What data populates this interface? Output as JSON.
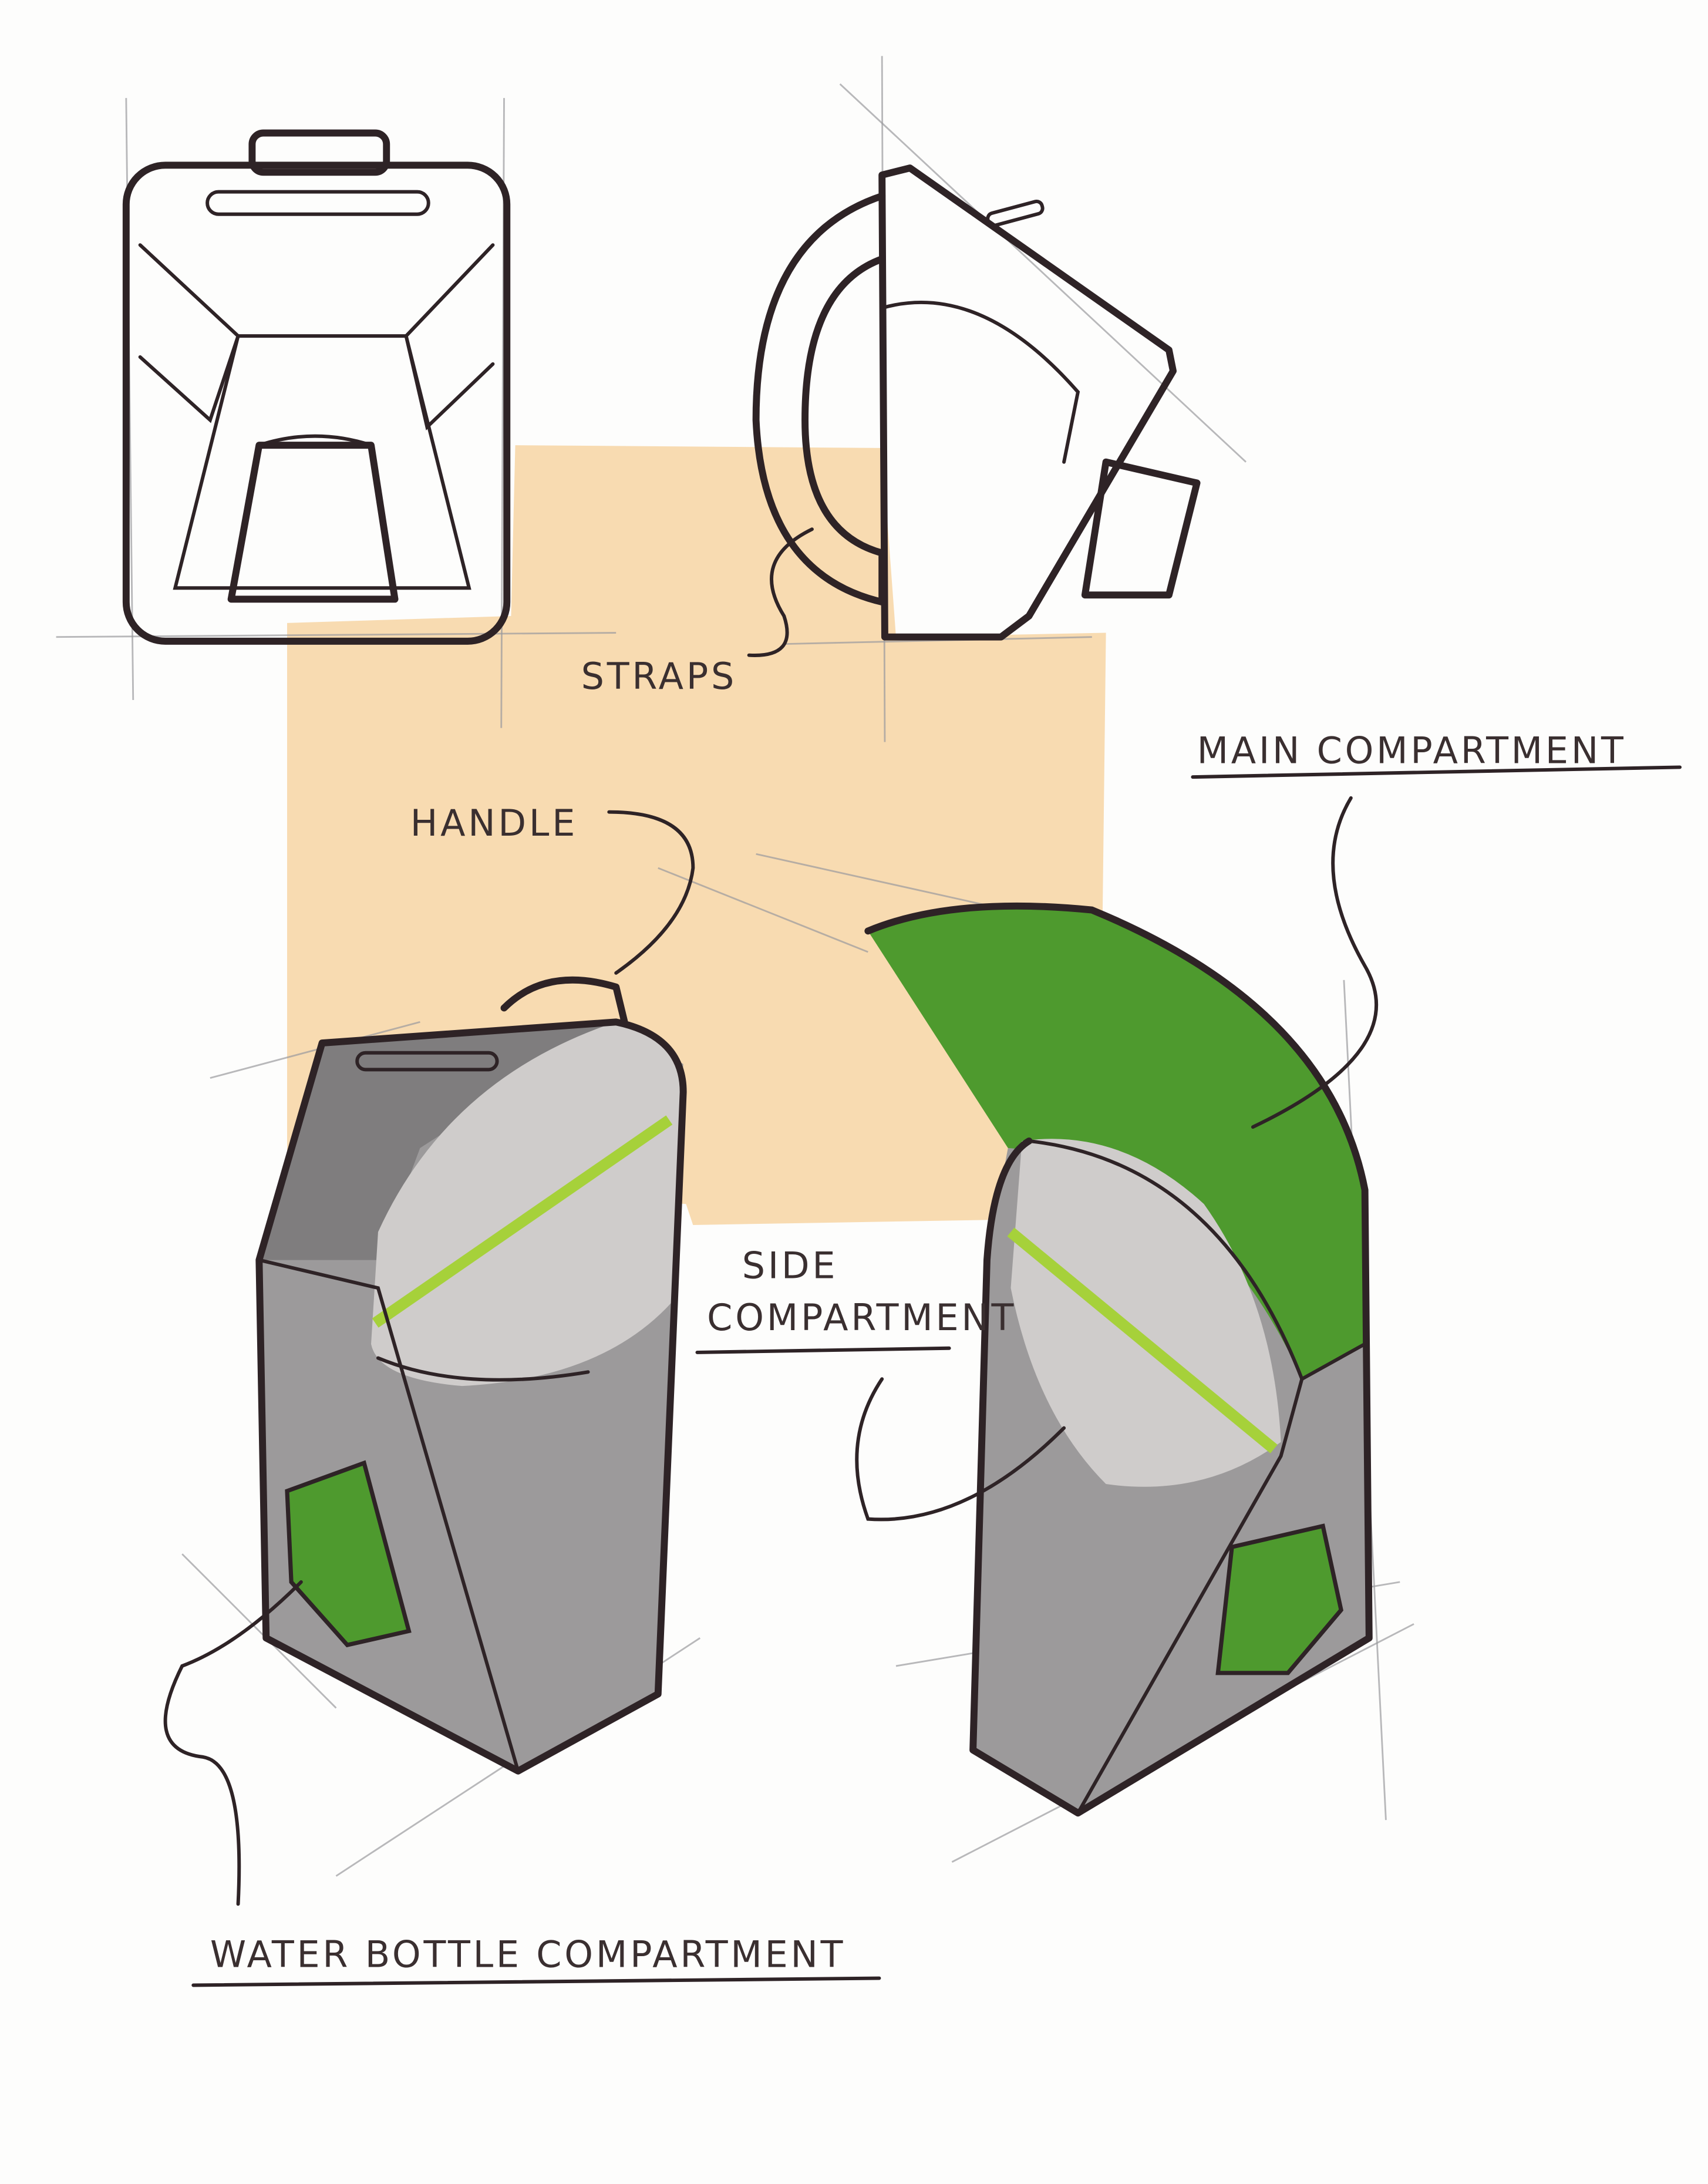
{
  "labels": {
    "straps": "STRAPS",
    "handle": "HANDLE",
    "main_compartment": "MAIN COMPARTMENT",
    "side_compartment_line1": "SIDE",
    "side_compartment_line2": "COMPARTMENT",
    "water_bottle_compartment": "WATER BOTTLE COMPARTMENT"
  },
  "colors": {
    "background_block": "#f8d9ad",
    "accent_green": "#4e9a2e",
    "zipper_lime": "#a6d13a",
    "body_gray": "#9c9a9b",
    "light_gray": "#cfcccb",
    "ink": "#2e2326"
  }
}
